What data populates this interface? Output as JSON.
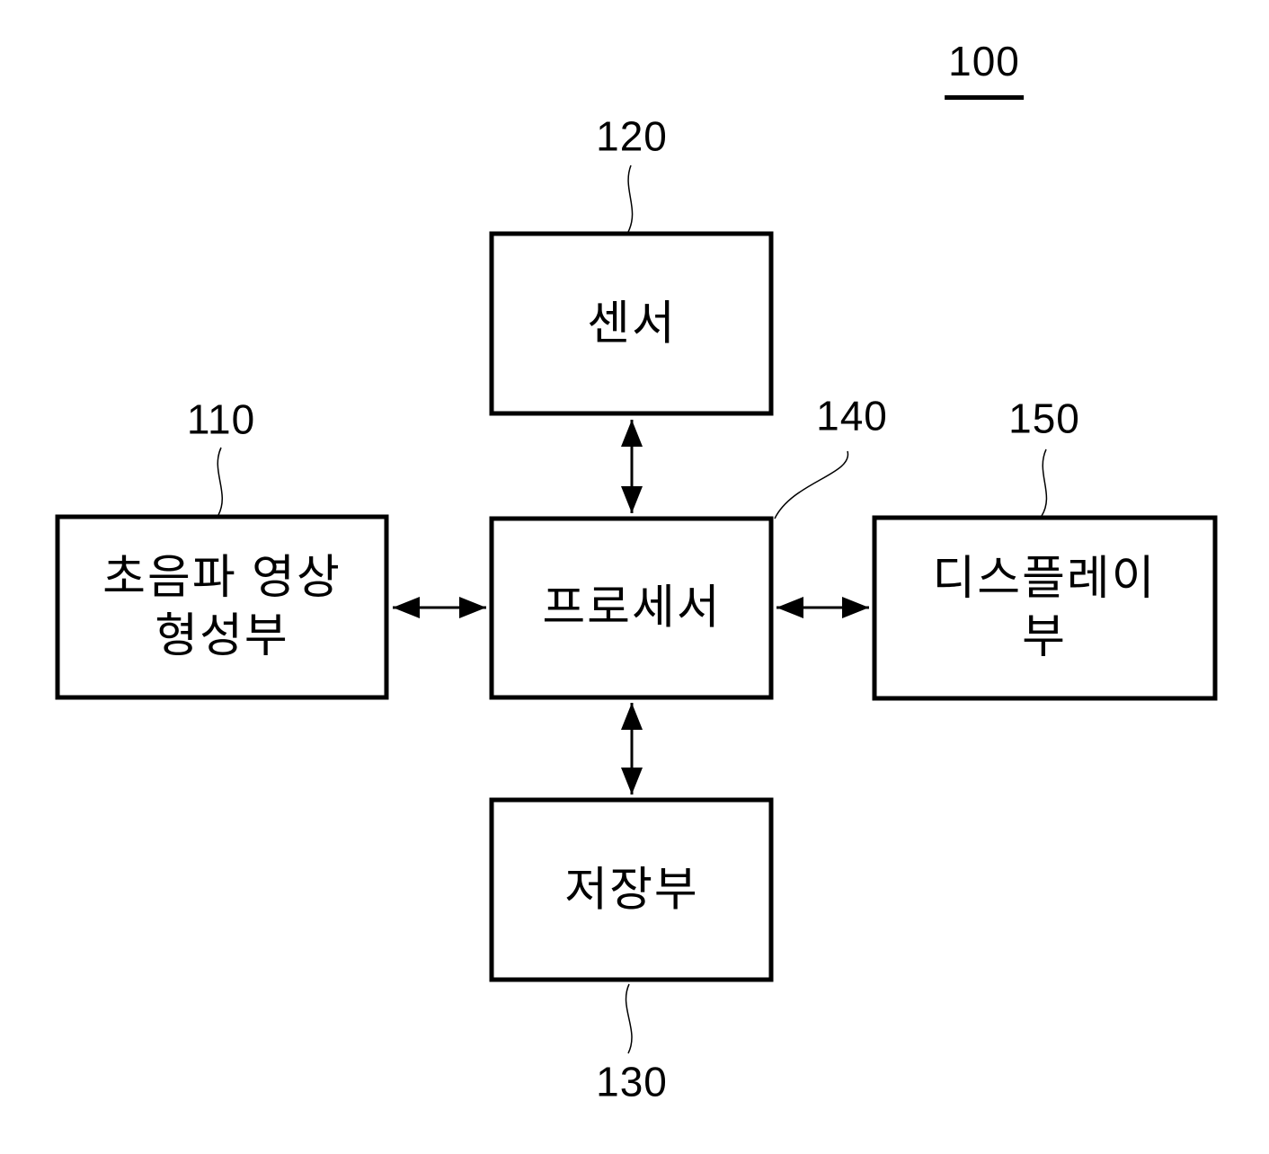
{
  "figure": {
    "ref": "100"
  },
  "blocks": {
    "sensor": {
      "ref": "120",
      "label": "센서"
    },
    "ultrasound": {
      "ref": "110",
      "label": "초음파 영상\n형성부"
    },
    "processor": {
      "ref": "140",
      "label": "프로세서"
    },
    "display": {
      "ref": "150",
      "label": "디스플레이부"
    },
    "storage": {
      "ref": "130",
      "label": "저장부"
    }
  },
  "connections": [
    {
      "from": "processor",
      "to": "sensor",
      "type": "bidirectional-arrow"
    },
    {
      "from": "processor",
      "to": "ultrasound",
      "type": "bidirectional-arrow"
    },
    {
      "from": "processor",
      "to": "display",
      "type": "bidirectional-arrow"
    },
    {
      "from": "processor",
      "to": "storage",
      "type": "bidirectional-arrow"
    }
  ],
  "colors": {
    "line": "#000000",
    "background": "#ffffff"
  }
}
